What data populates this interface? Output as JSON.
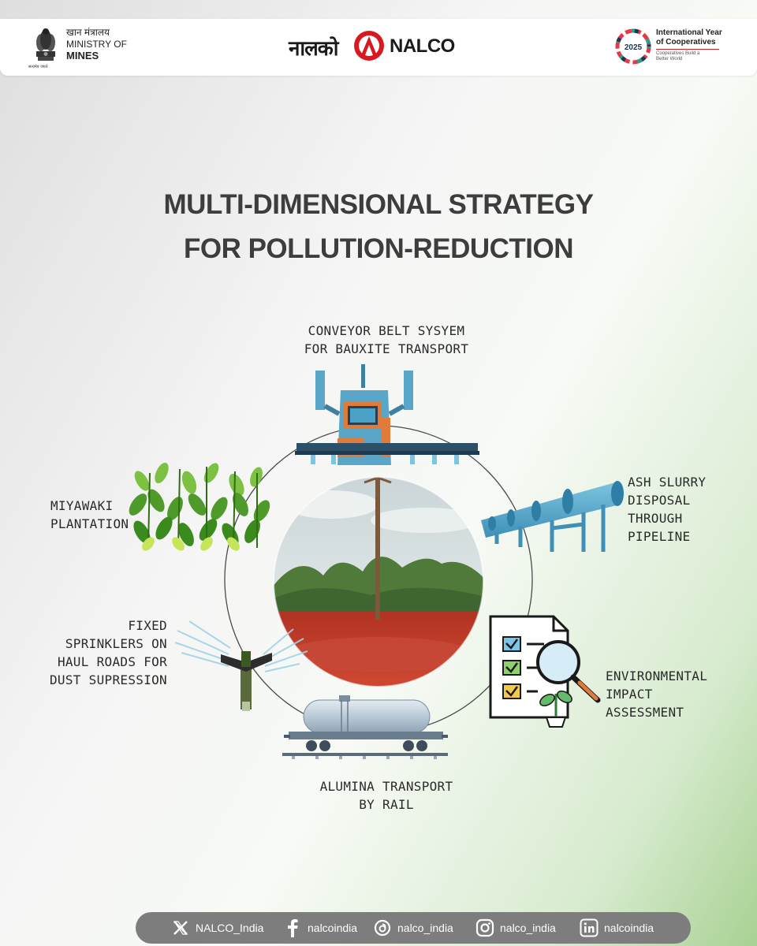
{
  "header": {
    "ministry": {
      "hindi": "खान मंत्रालय",
      "line1": "MINISTRY OF",
      "line2": "MINES",
      "motto": "सत्यमेव जयते"
    },
    "nalco": {
      "hindi": "नालको",
      "english": "NALCO",
      "brand_color": "#d71920"
    },
    "iyc": {
      "line1": "International Year",
      "line2": "of Cooperatives",
      "year": "2025",
      "tagline": "Cooperatives Build a Better World"
    }
  },
  "title": {
    "line1": "MULTI-DIMENSIONAL STRATEGY",
    "line2": "FOR POLLUTION-REDUCTION"
  },
  "strategies": [
    {
      "id": "conveyor",
      "label": "CONVEYOR BELT SYSYEM\nFOR BAUXITE TRANSPORT",
      "icon": "conveyor-belt-icon"
    },
    {
      "id": "ash",
      "label": "ASH SLURRY\nDISPOSAL\nTHROUGH\nPIPELINE",
      "icon": "pipeline-icon"
    },
    {
      "id": "eia",
      "label": "ENVIRONMENTAL\nIMPACT\nASSESSMENT",
      "icon": "checklist-magnifier-icon"
    },
    {
      "id": "rail",
      "label": "ALUMINA TRANSPORT\nBY RAIL",
      "icon": "tank-wagon-icon"
    },
    {
      "id": "sprinkler",
      "label": "FIXED\nSPRINKLERS ON\nHAUL ROADS FOR\nDUST SUPRESSION",
      "icon": "sprinkler-icon"
    },
    {
      "id": "miyawaki",
      "label": "MIYAWAKI\nPLANTATION",
      "icon": "plants-icon"
    }
  ],
  "colors": {
    "title": "#3d3d3d",
    "accent_blue": "#5aa6c8",
    "red_soil": "#c0392b",
    "leaf_green": "#6cbf3c",
    "footer_bg": "#7d7d7d"
  },
  "footer": {
    "socials": [
      {
        "platform": "x",
        "handle": "NALCO_India",
        "icon": "x-icon"
      },
      {
        "platform": "facebook",
        "handle": "nalcoindia",
        "icon": "facebook-icon"
      },
      {
        "platform": "threads",
        "handle": "nalco_india",
        "icon": "threads-icon"
      },
      {
        "platform": "instagram",
        "handle": "nalco_india",
        "icon": "instagram-icon"
      },
      {
        "platform": "linkedin",
        "handle": "nalcoindia",
        "icon": "linkedin-icon"
      }
    ]
  }
}
